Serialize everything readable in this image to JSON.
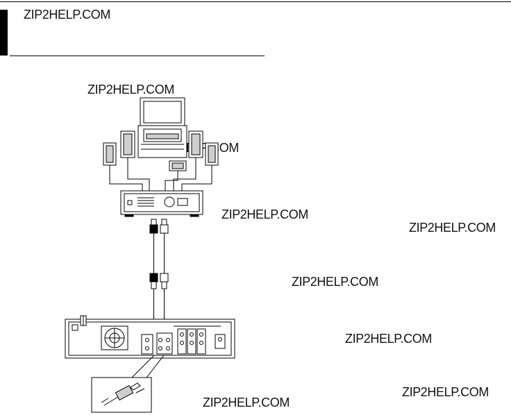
{
  "watermarks": [
    "ZIP2HELP.COM",
    "ZIP2HELP.COM",
    "ZIP2HELP.COM",
    "ZIP2HELP.COM",
    "ZIP2HELP.COM",
    "ZIP2HELP.COM",
    "ZIP2HELP.COM",
    "ZIP2HELP.COM",
    "ZIP2HELP.COM"
  ],
  "colors": {
    "ink": "#000000",
    "paper": "#ffffff",
    "shade": "#cfcfcf"
  },
  "icons": [
    "television-icon",
    "speaker-icon",
    "amplifier-icon",
    "rca-cable-icon",
    "vcr-rear-panel-icon",
    "plug-closeup-icon"
  ]
}
